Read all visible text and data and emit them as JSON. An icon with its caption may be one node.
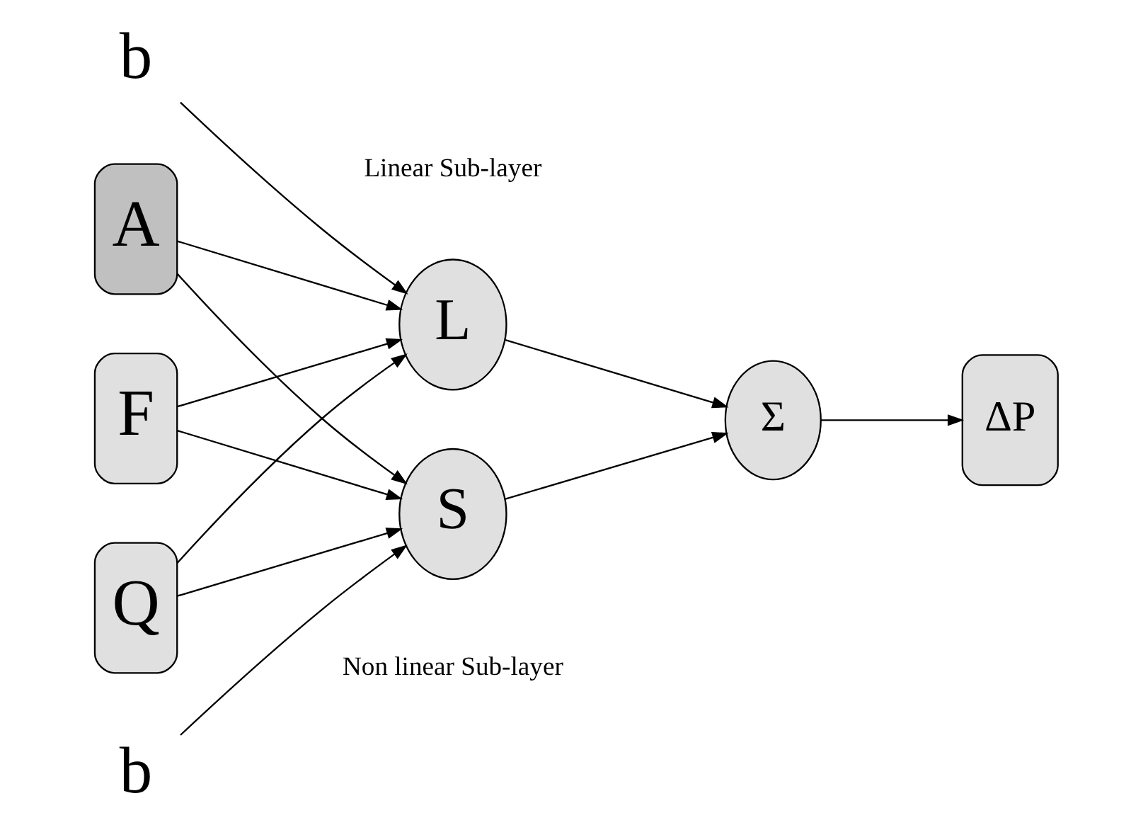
{
  "diagram": {
    "nodes": [
      {
        "text": [
          "A"
        ]
      },
      {
        "text": [
          "F"
        ]
      },
      {
        "text": [
          "Q"
        ]
      },
      {
        "text": [
          "L"
        ],
        "beside": [
          "Linear Sub-layer"
        ]
      },
      {
        "text": [
          "S"
        ],
        "beside": [
          "Non linear Sub-layer"
        ]
      },
      {
        "text": [
          "Σ"
        ]
      },
      {
        "text": [
          "ΔP"
        ]
      },
      {
        "text": [
          "b"
        ]
      },
      {
        "text": [
          "b"
        ]
      }
    ],
    "edges": [
      {
        "from": 7,
        "to": 3,
        "arrow": "to"
      },
      {
        "from": 0,
        "to": 3,
        "arrow": "to"
      },
      {
        "from": 0,
        "to": 4,
        "arrow": "to"
      },
      {
        "from": 1,
        "to": 3,
        "arrow": "to"
      },
      {
        "from": 1,
        "to": 4,
        "arrow": "to"
      },
      {
        "from": 2,
        "to": 3,
        "arrow": "to"
      },
      {
        "from": 2,
        "to": 4,
        "arrow": "to"
      },
      {
        "from": 8,
        "to": 4,
        "arrow": "to"
      },
      {
        "from": 3,
        "to": 5,
        "arrow": "to"
      },
      {
        "from": 4,
        "to": 5,
        "arrow": "to"
      },
      {
        "from": 5,
        "to": 6,
        "arrow": "to"
      }
    ]
  }
}
